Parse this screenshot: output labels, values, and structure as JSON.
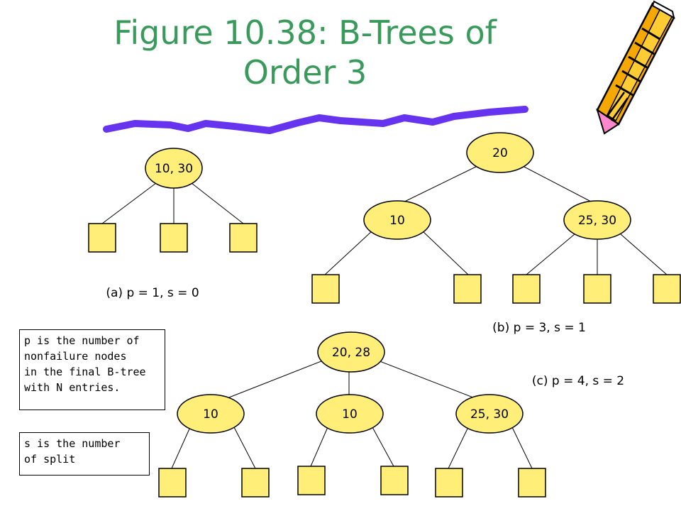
{
  "title": {
    "line1": "Figure 10.38: B-Trees of",
    "line2": "Order 3"
  },
  "trees": {
    "a": {
      "root": "10, 30",
      "caption": "(a) p = 1, s = 0"
    },
    "b": {
      "root": "20",
      "left": "10",
      "right": "25, 30",
      "caption": "(b) p = 3, s = 1"
    },
    "c": {
      "root": "20, 28",
      "left": "10",
      "middle": "10",
      "right": "25, 30",
      "caption": "(c) p = 4, s = 2"
    }
  },
  "notes": {
    "p_lines": [
      "p is the number of",
      "nonfailure nodes",
      "in the final B-tree",
      "with N entries."
    ],
    "s_lines": [
      "s is the number",
      "of split"
    ]
  },
  "colors": {
    "title": "#3a9a5c",
    "node_fill": "#ffee77",
    "scribble": "#6633ee",
    "pencil_body": "#f5a800",
    "pencil_tip": "#ff88cc"
  },
  "icons": {
    "decoration": "pencil-icon"
  }
}
